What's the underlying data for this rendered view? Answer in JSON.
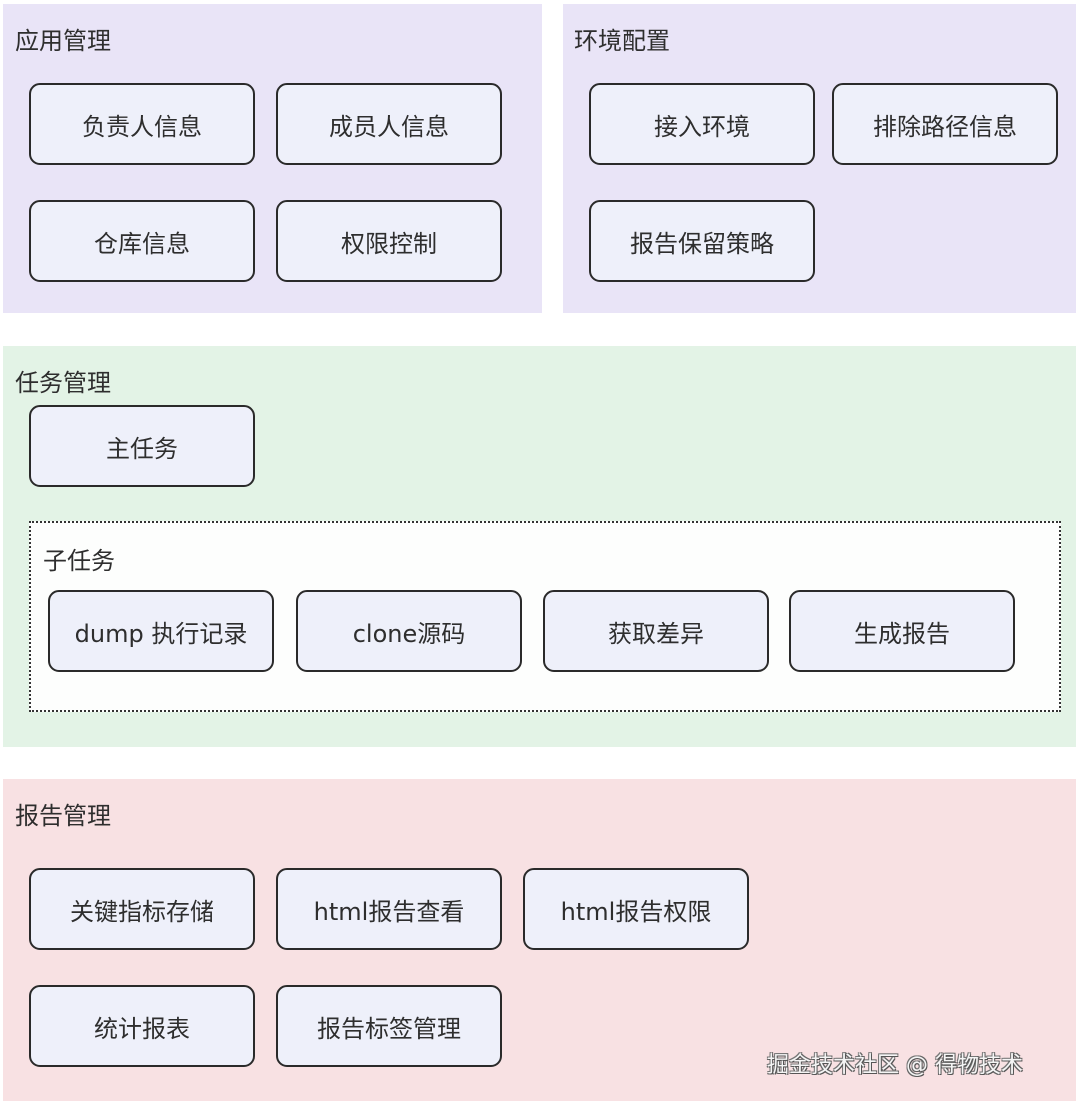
{
  "colors": {
    "app_panel_bg": "#e9e4f7",
    "env_panel_bg": "#e9e4f7",
    "task_panel_bg": "#e3f3e6",
    "report_panel_bg": "#f8e1e3",
    "box_bg": "#eef0fa",
    "box_border": "#2a2a2a"
  },
  "app_management": {
    "title": "应用管理",
    "items": [
      "负责人信息",
      "成员人信息",
      "仓库信息",
      "权限控制"
    ]
  },
  "env_config": {
    "title": "环境配置",
    "items": [
      "接入环境",
      "排除路径信息",
      "报告保留策略"
    ]
  },
  "task_management": {
    "title": "任务管理",
    "main_task": "主任务",
    "subtasks": {
      "title": "子任务",
      "items": [
        "dump 执行记录",
        "clone源码",
        "获取差异",
        "生成报告"
      ]
    }
  },
  "report_management": {
    "title": "报告管理",
    "items": [
      "关键指标存储",
      "html报告查看",
      "html报告权限",
      "统计报表",
      "报告标签管理"
    ]
  },
  "watermark": "掘金技术社区 @ 得物技术"
}
